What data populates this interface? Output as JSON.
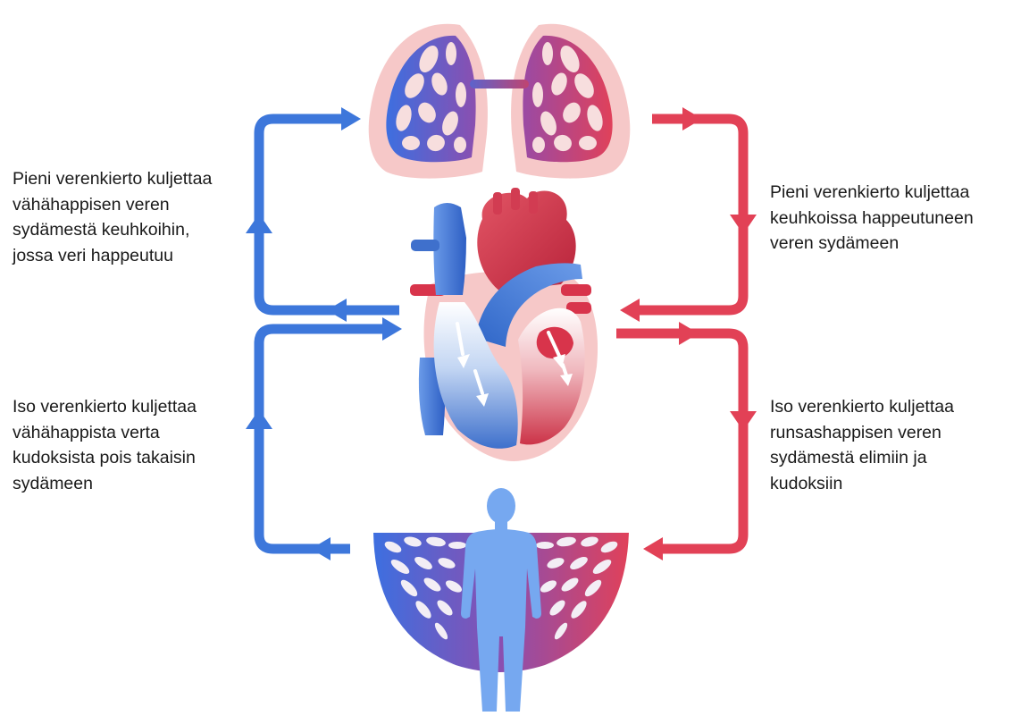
{
  "colors": {
    "deoxygenated": "#3d77db",
    "oxygenated": "#e24156",
    "tissue_halo": "#f6c8c8",
    "body_silhouette": "#76a8f0"
  },
  "captions": {
    "pulmonary_out": [
      "Pieni verenkierto kuljettaa",
      "vähähappisen veren",
      "sydämestä keuhkoihin,",
      "jossa veri happeutuu"
    ],
    "pulmonary_return": [
      "Pieni verenkierto kuljettaa",
      "keuhkoissa happeutuneen",
      "veren sydämeen"
    ],
    "systemic_return": [
      "Iso verenkierto kuljettaa",
      "vähähappista verta",
      "kudoksista pois takaisin",
      "sydämeen"
    ],
    "systemic_out": [
      "Iso verenkierto kuljettaa",
      "runsashappisen veren",
      "sydämestä elimiin ja",
      "kudoksiin"
    ]
  }
}
